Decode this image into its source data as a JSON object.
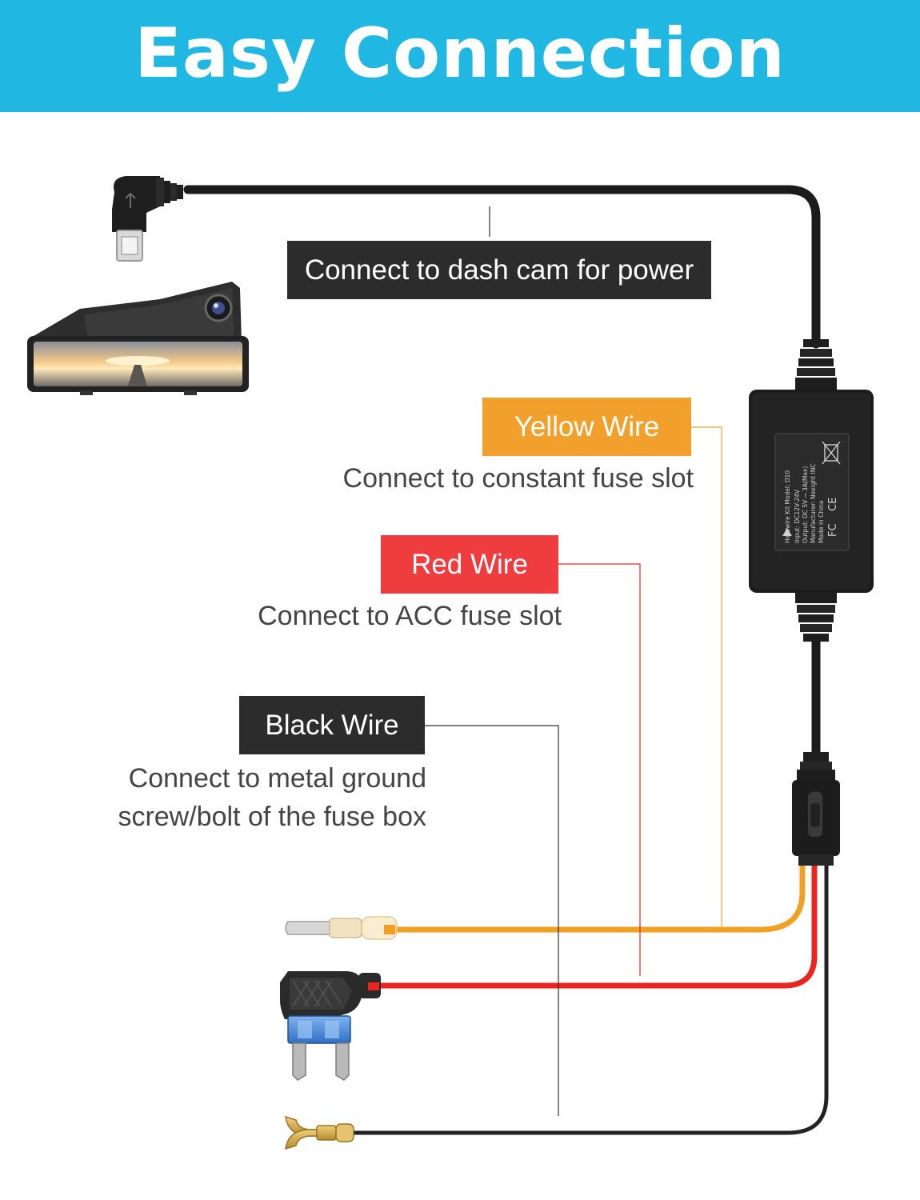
{
  "banner": {
    "title": "Easy Connection"
  },
  "callouts": {
    "dashcam": {
      "label": "Connect to dash cam for power"
    },
    "yellow": {
      "label": "Yellow Wire",
      "description": "Connect to constant fuse slot"
    },
    "red": {
      "label": "Red Wire",
      "description": "Connect to ACC fuse slot"
    },
    "black": {
      "label": "Black Wire",
      "description_line1": "Connect to metal ground",
      "description_line2": "screw/bolt of the fuse box"
    }
  },
  "module_label": {
    "line1": "Hardwire Kit  Model: D10",
    "line2": "Input: DC12V-24V",
    "line3": "Output: DC 5V ⎓ 3A(Max)",
    "line4": "Manufacturer: Nexight INC",
    "line5": "Made in China"
  },
  "colors": {
    "banner": "#20b8e3",
    "yellow_box": "#f0a02b",
    "red_box": "#ee3c3f",
    "black_box": "#2c2c2c",
    "yellow_wire": "#f2a024",
    "red_wire": "#e8261f",
    "black_wire": "#222222"
  },
  "icons": [
    "usb-mini-connector-icon",
    "mirror-dash-cam-icon",
    "hardwire-module-icon",
    "bullet-terminal-icon",
    "add-a-fuse-tap-icon",
    "ring-terminal-icon"
  ]
}
